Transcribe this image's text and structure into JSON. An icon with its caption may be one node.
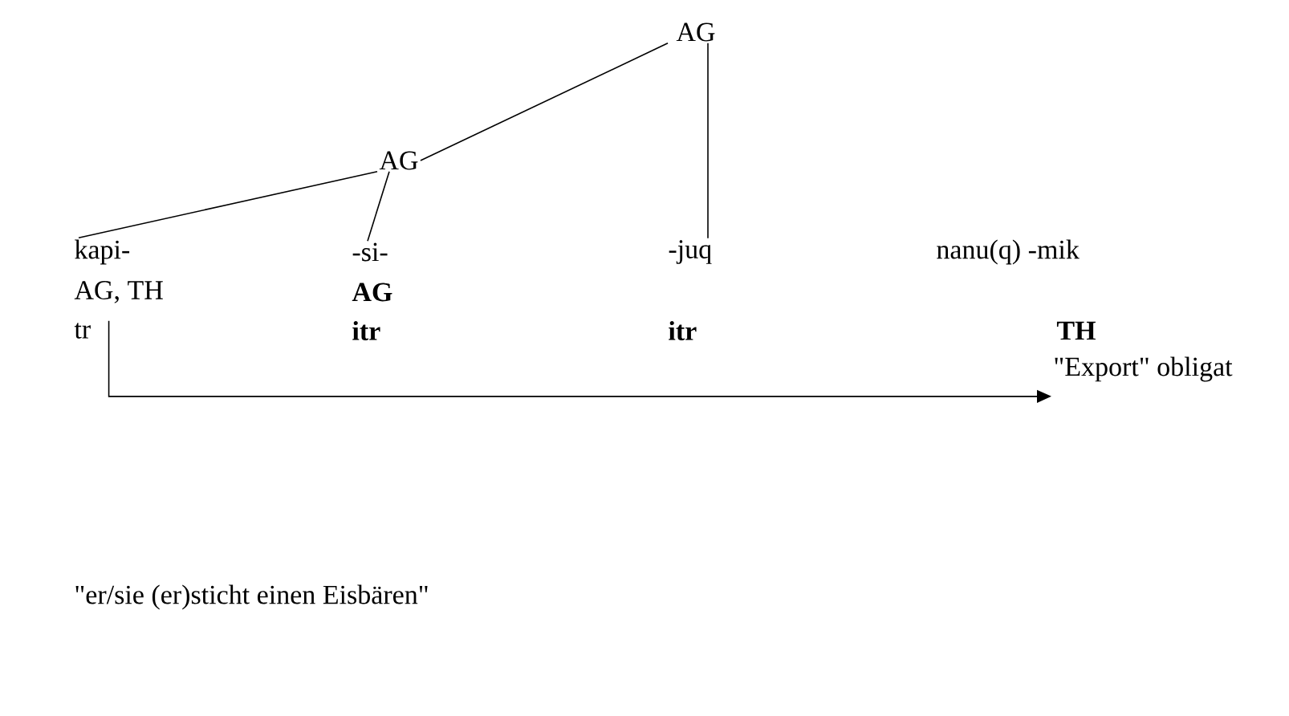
{
  "diagram": {
    "caption": "\"er/sie (er)sticht einen Eisbären\"",
    "nodes": [
      {
        "text": [
          "AG"
        ]
      },
      {
        "text": [
          "AG"
        ]
      },
      {
        "text": [
          "kapi-"
        ]
      },
      {
        "text": [
          "-si-"
        ]
      },
      {
        "text": [
          "-juq"
        ]
      },
      {
        "text": [
          "nanu(q) -mik"
        ]
      },
      {
        "text": [
          "tr"
        ]
      },
      {
        "text": [
          "\"Export\" obligat"
        ]
      }
    ],
    "edges": [
      {
        "from": 0,
        "to": 1,
        "arrow": "none"
      },
      {
        "from": 0,
        "to": 4,
        "arrow": "none"
      },
      {
        "from": 1,
        "to": 2,
        "arrow": "none"
      },
      {
        "from": 1,
        "to": 3,
        "arrow": "none"
      },
      {
        "from": 6,
        "to": 7,
        "arrow": "to"
      }
    ],
    "labels": [
      "AG, TH",
      "AG",
      "itr",
      "itr",
      "TH"
    ]
  }
}
